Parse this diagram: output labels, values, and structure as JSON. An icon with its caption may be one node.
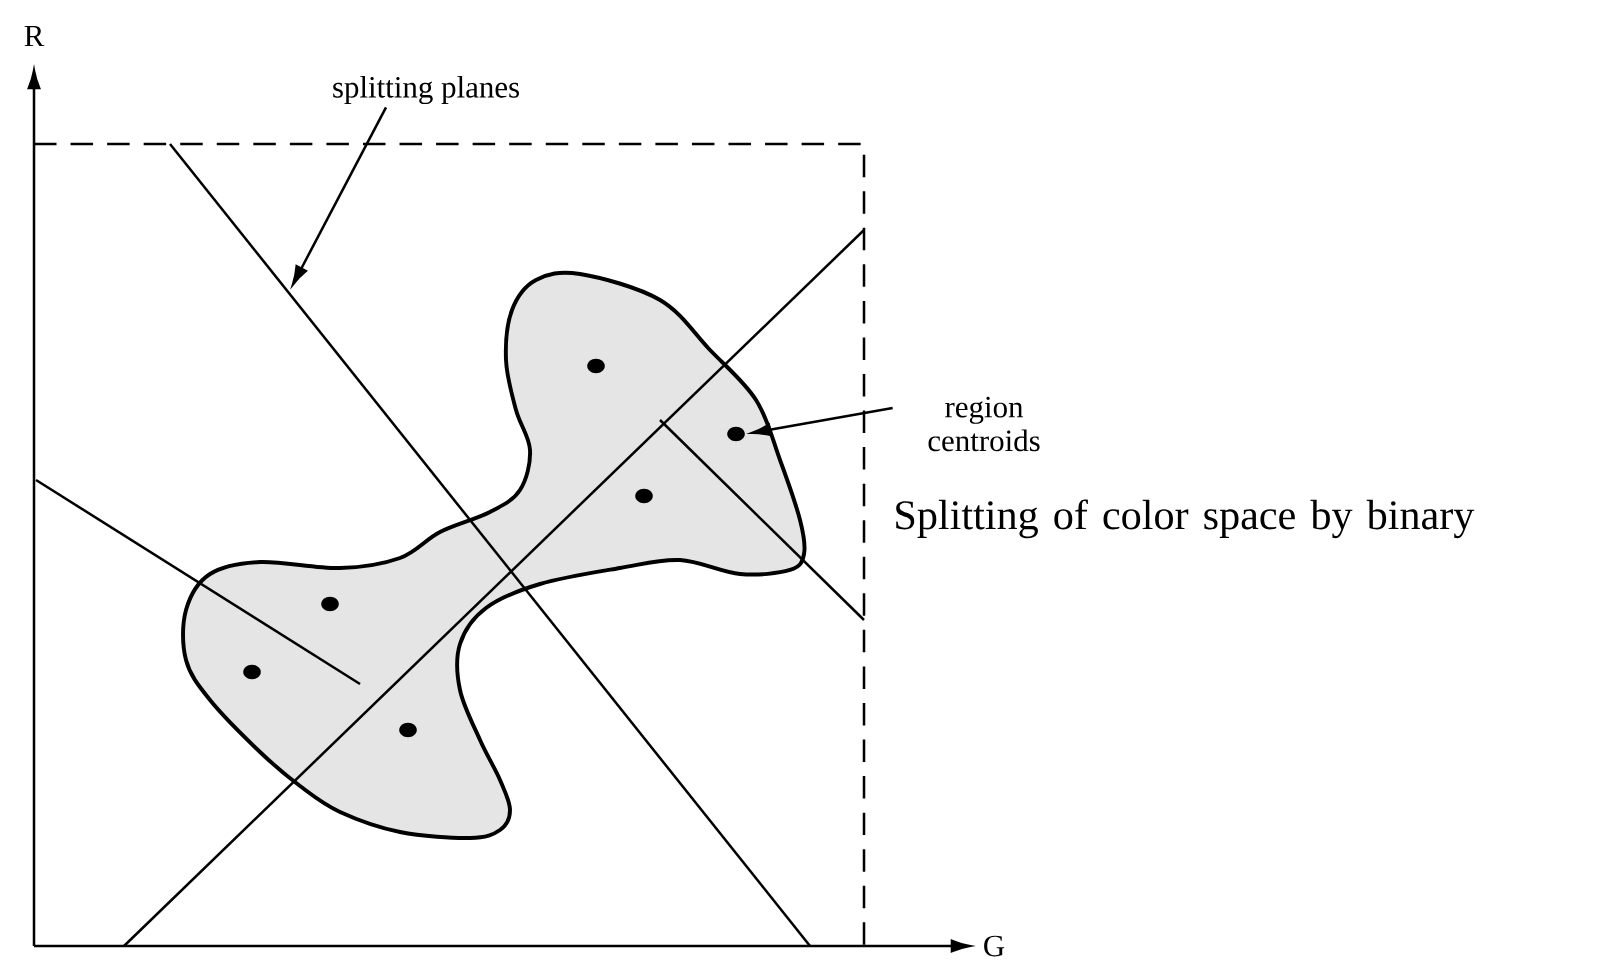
{
  "diagram": {
    "caption": "Splitting of color space by binary",
    "nodes": [
      {
        "text": [
          "splitting planes"
        ]
      },
      {
        "text": [
          "region centroids"
        ]
      }
    ],
    "edges": [
      {
        "from": 0,
        "to": null,
        "arrow": "to"
      },
      {
        "from": 1,
        "to": null,
        "arrow": "to"
      }
    ],
    "labels": [
      "R",
      "G"
    ]
  }
}
